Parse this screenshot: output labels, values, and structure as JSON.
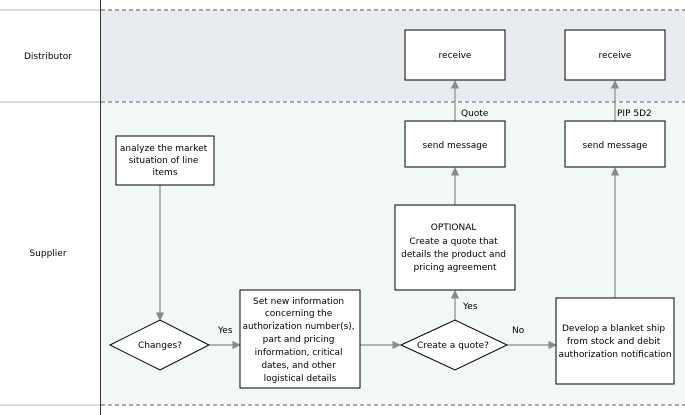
{
  "lanes": {
    "distributor": "Distributor",
    "supplier": "Supplier"
  },
  "nodes": {
    "receive_1": "receive",
    "receive_2": "receive",
    "send_1": "send message",
    "send_2": "send message",
    "analyze": [
      "analyze the market",
      "situation of line",
      "items"
    ],
    "optional": [
      "OPTIONAL",
      "Create a quote that",
      "details the product and",
      "pricing agreement"
    ],
    "changes": "Changes?",
    "set_info": [
      "Set new information",
      "concerning the",
      "authorization number(s),",
      "part and pricing",
      "information, critical",
      "dates, and other",
      "logistical details"
    ],
    "create_quote": "Create a quote?",
    "develop": [
      "Develop a blanket ship",
      "from stock and debit",
      "authorization notification"
    ]
  },
  "edges": {
    "quote": "Quote",
    "pip": "PIP 5D2",
    "yes_1": "Yes",
    "yes_2": "Yes",
    "no": "No"
  },
  "colors": {
    "distributor_lane": "#e8ecf0",
    "supplier_lane": "#f1f8f6",
    "arrow": "#8a8a8a"
  }
}
